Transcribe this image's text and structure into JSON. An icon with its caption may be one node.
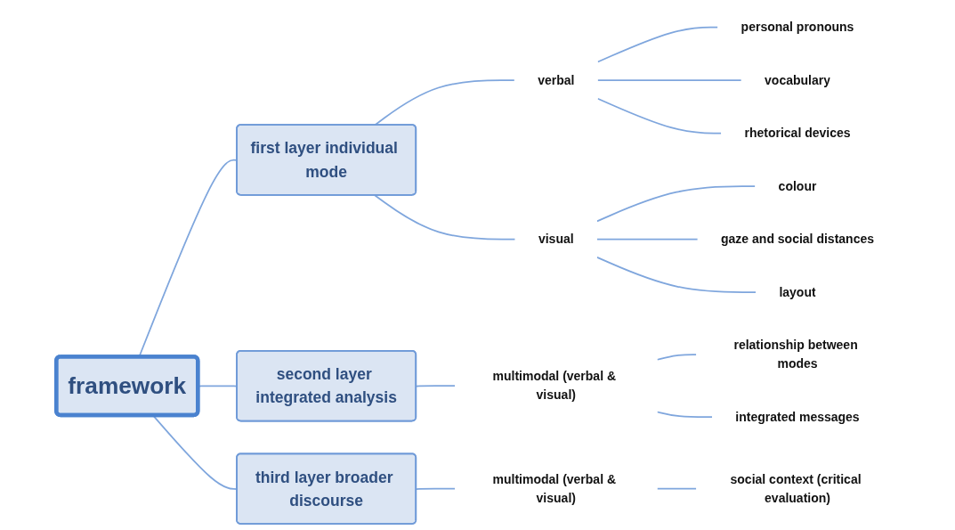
{
  "diagram": {
    "nodes": [
      {
        "text": [
          "framework"
        ]
      },
      {
        "text": [
          "first layer individual mode"
        ]
      },
      {
        "text": [
          "verbal"
        ]
      },
      {
        "text": [
          "personal pronouns"
        ]
      },
      {
        "text": [
          "vocabulary"
        ]
      },
      {
        "text": [
          "rhetorical devices"
        ]
      },
      {
        "text": [
          "visual"
        ]
      },
      {
        "text": [
          "colour"
        ]
      },
      {
        "text": [
          "gaze and social distances"
        ]
      },
      {
        "text": [
          "layout"
        ]
      },
      {
        "text": [
          "second layer integrated analysis"
        ]
      },
      {
        "text": [
          "multimodal (verbal & visual)"
        ]
      },
      {
        "text": [
          "relationship between modes"
        ]
      },
      {
        "text": [
          "integrated messages"
        ]
      },
      {
        "text": [
          "third layer broader discourse"
        ]
      },
      {
        "text": [
          "multimodal (verbal & visual)"
        ]
      },
      {
        "text": [
          "social context (critical evaluation)"
        ]
      }
    ],
    "edges": [
      {
        "from": 0,
        "to": 1,
        "arrow": "none"
      },
      {
        "from": 1,
        "to": 2,
        "arrow": "none"
      },
      {
        "from": 2,
        "to": 3,
        "arrow": "none"
      },
      {
        "from": 2,
        "to": 4,
        "arrow": "none"
      },
      {
        "from": 2,
        "to": 5,
        "arrow": "none"
      },
      {
        "from": 1,
        "to": 6,
        "arrow": "none"
      },
      {
        "from": 6,
        "to": 7,
        "arrow": "none"
      },
      {
        "from": 6,
        "to": 8,
        "arrow": "none"
      },
      {
        "from": 6,
        "to": 9,
        "arrow": "none"
      },
      {
        "from": 0,
        "to": 10,
        "arrow": "none"
      },
      {
        "from": 10,
        "to": 11,
        "arrow": "none"
      },
      {
        "from": 11,
        "to": 12,
        "arrow": "none"
      },
      {
        "from": 11,
        "to": 13,
        "arrow": "none"
      },
      {
        "from": 0,
        "to": 14,
        "arrow": "none"
      },
      {
        "from": 14,
        "to": 15,
        "arrow": "none"
      },
      {
        "from": 15,
        "to": 16,
        "arrow": "none"
      }
    ]
  }
}
